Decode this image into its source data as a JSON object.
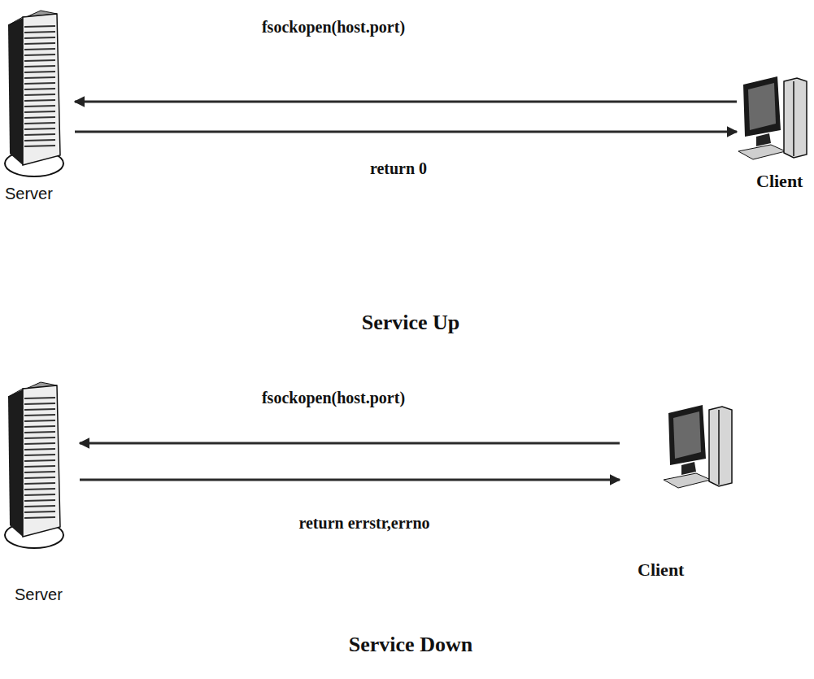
{
  "diagram": {
    "nodes": [
      {
        "text": [
          "Server"
        ]
      },
      {
        "text": [
          "Client"
        ]
      },
      {
        "text": [
          "Server"
        ]
      },
      {
        "text": [
          "Client"
        ]
      }
    ],
    "edges": [
      {
        "from": 1,
        "to": 0,
        "arrow": "to",
        "label": "fsockopen(host.port)"
      },
      {
        "from": 0,
        "to": 1,
        "arrow": "to",
        "label": "return 0"
      },
      {
        "from": 3,
        "to": 2,
        "arrow": "to",
        "label": "fsockopen(host.port)"
      },
      {
        "from": 2,
        "to": 3,
        "arrow": "to",
        "label": "return errstr,errno"
      }
    ],
    "labels": [
      "Service Up",
      "Service Down"
    ]
  }
}
